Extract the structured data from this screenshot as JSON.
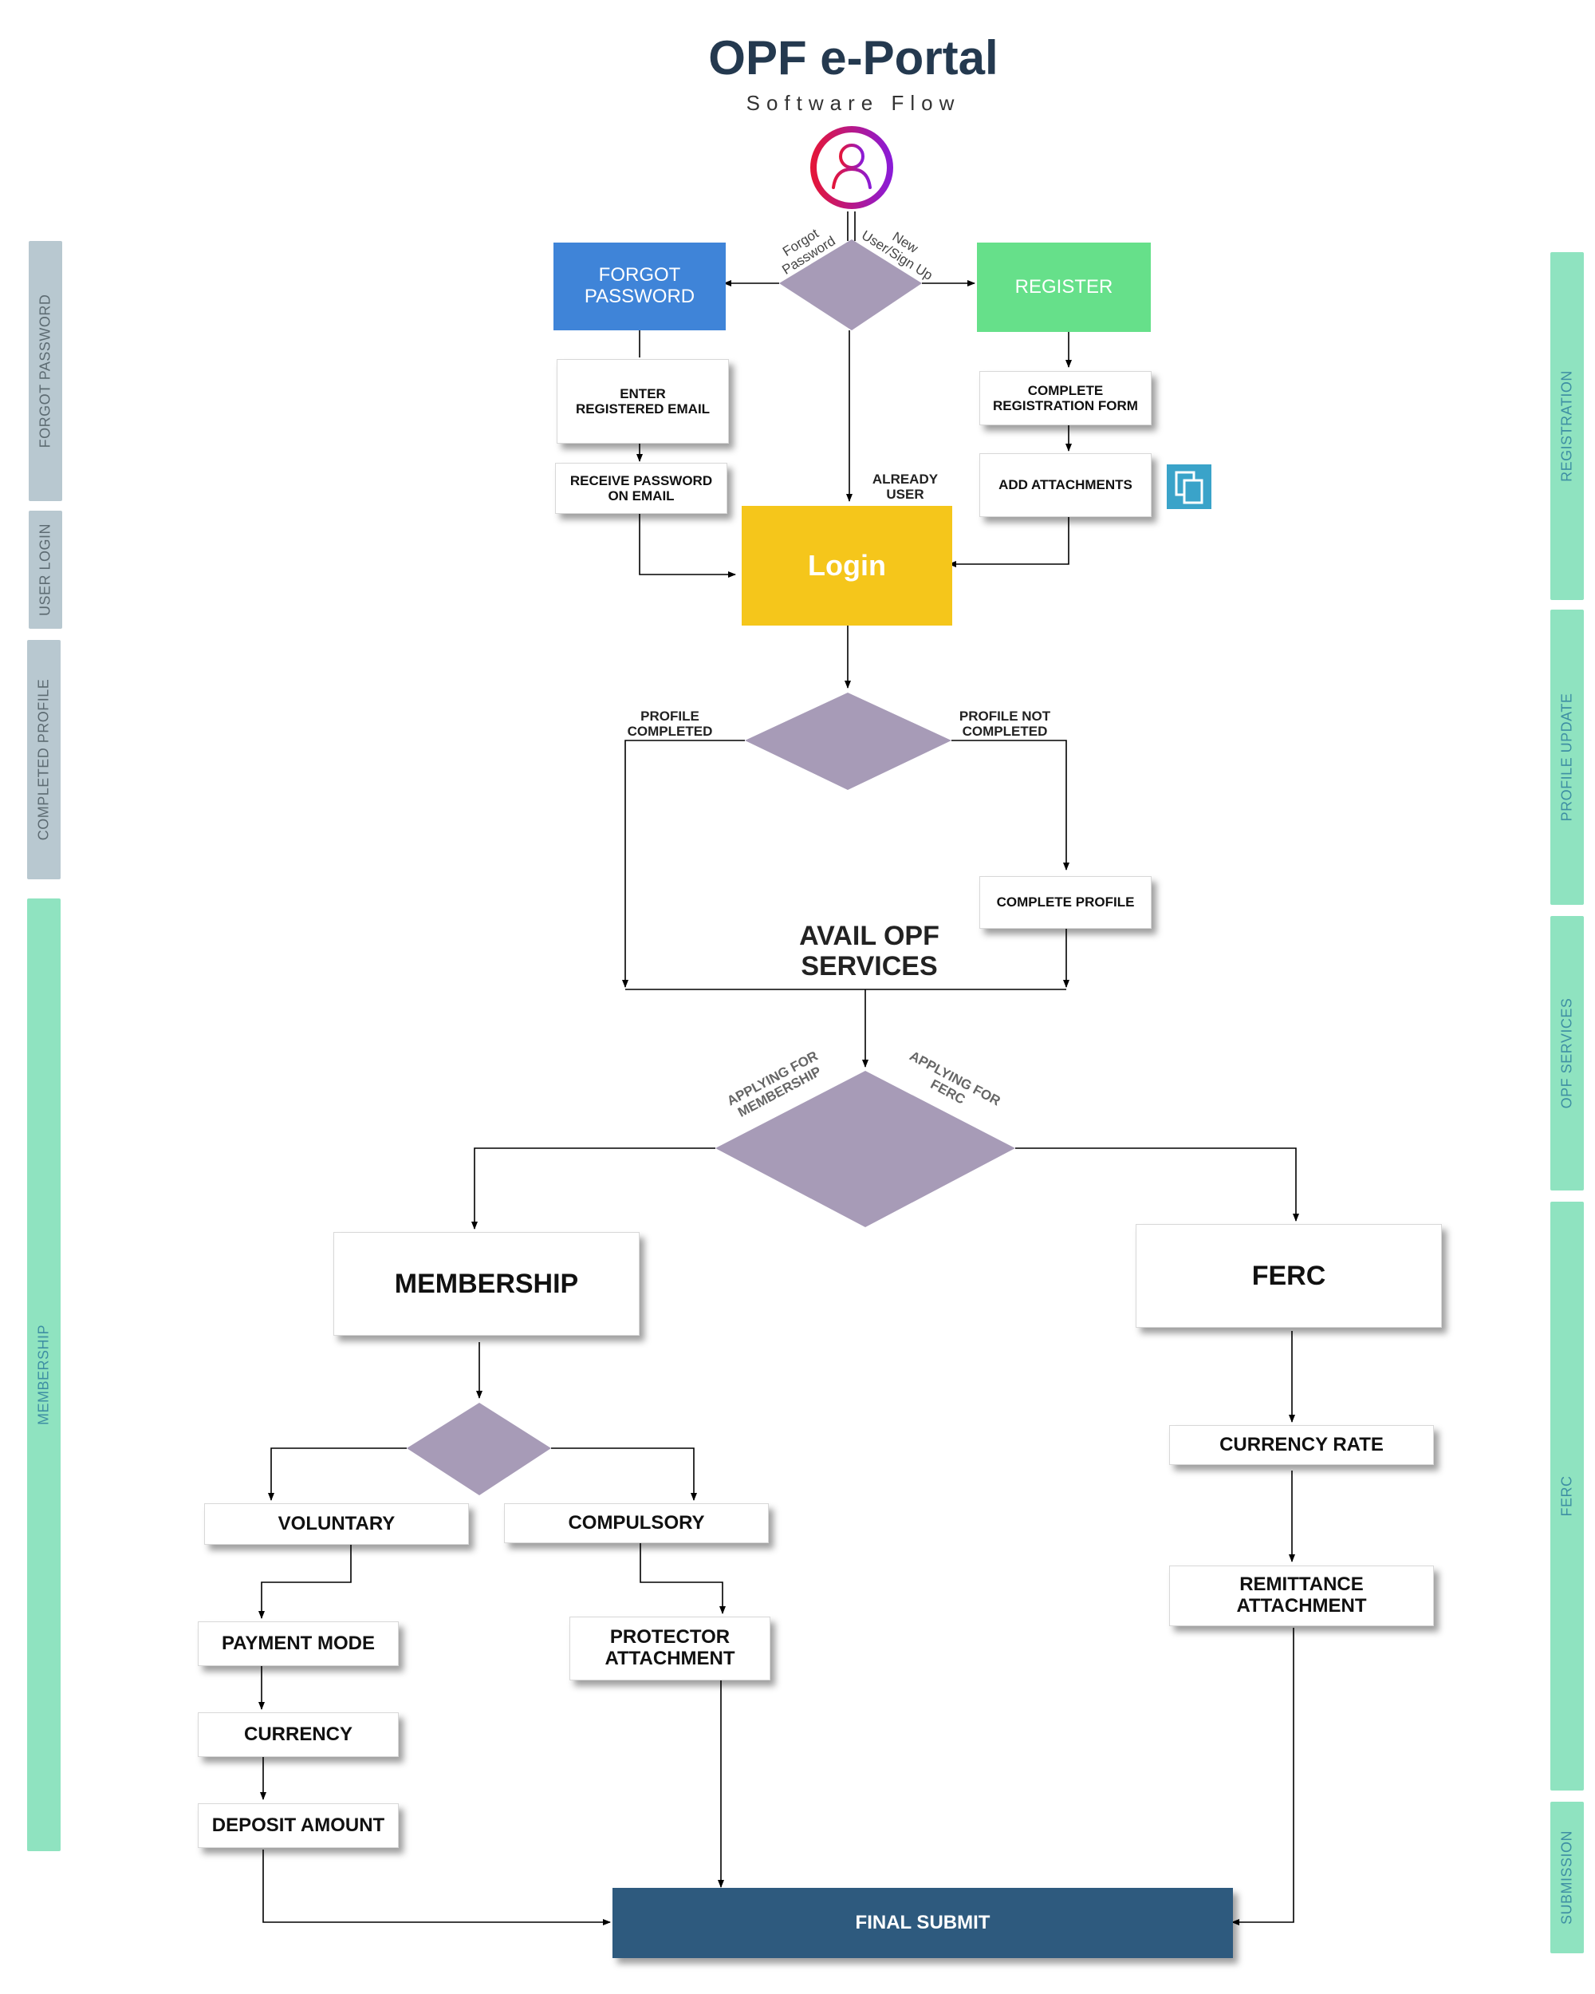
{
  "header": {
    "title": "OPF e-Portal",
    "subtitle": "Software Flow"
  },
  "user_icon": {
    "icon": "user-icon",
    "ring_colors": [
      "#e3163a",
      "#8b1bd6"
    ]
  },
  "left_side_tabs": [
    {
      "label": "FORGOT PASSWORD"
    },
    {
      "label": "USER LOGIN"
    },
    {
      "label": "COMPLETED PROFILE"
    },
    {
      "label": "MEMBERSHIP"
    }
  ],
  "right_side_tabs": [
    {
      "label": "REGISTRATION"
    },
    {
      "label": "PROFILE UPDATE"
    },
    {
      "label": "OPF SERVICES"
    },
    {
      "label": "FERC"
    },
    {
      "label": "SUBMISSION"
    }
  ],
  "nodes": {
    "forgot_password": "FORGOT PASSWORD",
    "register": "REGISTER",
    "enter_email": "ENTER REGISTERED EMAIL",
    "receive_password": "RECEIVE PASSWORD ON EMAIL",
    "complete_registration": "COMPLETE REGISTRATION FORM",
    "add_attachments": "ADD ATTACHMENTS",
    "login": "Login",
    "complete_profile": "COMPLETE PROFILE",
    "avail_services": "AVAIL OPF SERVICES",
    "membership": "MEMBERSHIP",
    "ferc": "FERC",
    "voluntary": "VOLUNTARY",
    "compulsory": "COMPULSORY",
    "payment_mode": "PAYMENT MODE",
    "currency": "CURRENCY",
    "deposit_amount": "DEPOSIT AMOUNT",
    "protector_attachment": "PROTECTOR ATTACHMENT",
    "currency_rate": "CURRENCY RATE",
    "remittance_attachment": "REMITTANCE ATTACHMENT",
    "final_submit": "FINAL SUBMIT"
  },
  "edge_labels": {
    "forgot_password": "Forgot Password",
    "new_user": "New User/Sign Up",
    "already_user": "ALREADY USER",
    "profile_completed": "PROFILE COMPLETED",
    "profile_not_completed": "PROFILE NOT COMPLETED",
    "applying_membership": "APPLYING FOR MEMBERSHIP",
    "applying_ferc": "APPLYING FOR FERC"
  },
  "colors": {
    "title": "#24394f",
    "forgot_password": "#3f84d8",
    "register": "#66e08a",
    "login": "#f5c61b",
    "decision": "#a79bb7",
    "final_submit": "#2e5a7e",
    "tab_grey": "#b8c8d0",
    "tab_green": "#8fe3c0",
    "attachment_icon": "#3aa3c9"
  }
}
